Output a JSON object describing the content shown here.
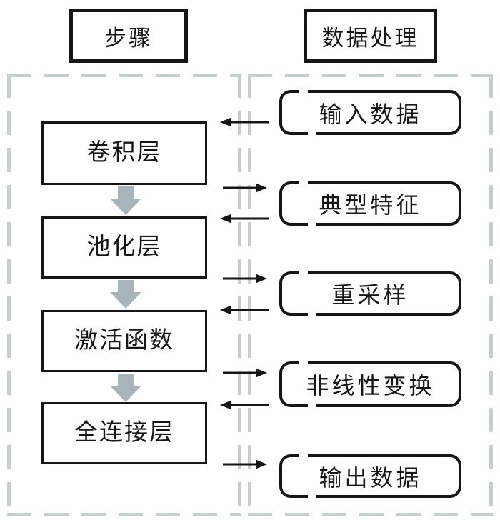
{
  "diagram_type": "flowchart",
  "steps_column": {
    "header": "步骤",
    "items": [
      "卷积层",
      "池化层",
      "激活函数",
      "全连接层"
    ]
  },
  "data_column": {
    "header": "数据处理",
    "items": [
      "输入数据",
      "典型特征",
      "重采样",
      "非线性变换",
      "输出数据"
    ]
  },
  "flow_sequence": [
    "卷积层",
    "池化层",
    "激活函数",
    "全连接层"
  ],
  "connections": [
    {
      "from": "输入数据",
      "to": "卷积层",
      "direction": "left"
    },
    {
      "from": "卷积层",
      "to": "典型特征",
      "direction": "right"
    },
    {
      "from": "典型特征",
      "to": "池化层",
      "direction": "left"
    },
    {
      "from": "池化层",
      "to": "重采样",
      "direction": "right"
    },
    {
      "from": "重采样",
      "to": "激活函数",
      "direction": "left"
    },
    {
      "from": "激活函数",
      "to": "非线性变换",
      "direction": "right"
    },
    {
      "from": "非线性变换",
      "to": "全连接层",
      "direction": "left"
    },
    {
      "from": "全连接层",
      "to": "输出数据",
      "direction": "right"
    }
  ],
  "colors": {
    "text": "#161616",
    "box_border": "#161616",
    "dashed_border": "#c6cfce",
    "flow_arrow": "#a7b4bc",
    "background": "#ffffff"
  }
}
